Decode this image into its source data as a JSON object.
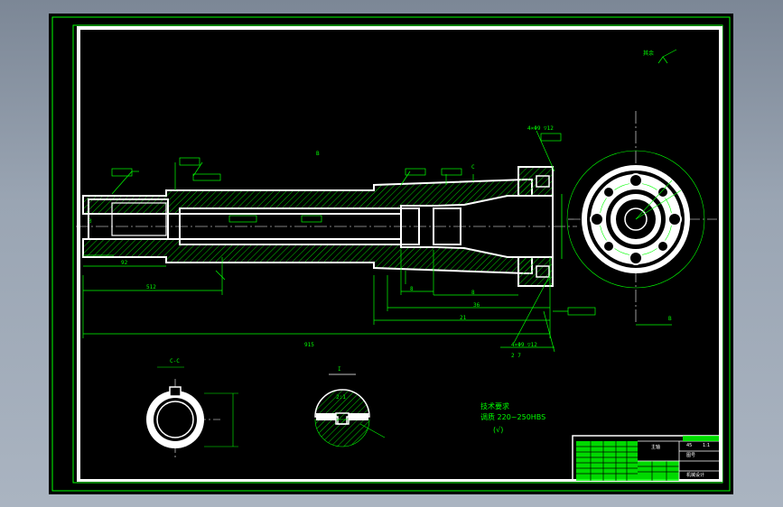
{
  "drawing": {
    "colors": {
      "background": "#000000",
      "outline": "#ffffff",
      "dimension": "#00ff00",
      "hatch": "#00cc00",
      "centerline": "#ffffff"
    },
    "main_view": {
      "section_marker": "B",
      "dims": {
        "overall_length": "915",
        "segment_a": "8",
        "segment_b": "8",
        "segment_c": "36",
        "segment_d": "21",
        "left_a": "92",
        "left_b": "512",
        "left_c": "3"
      },
      "datum_label": "C",
      "callout_top": "4×Φ9 ▽12",
      "callout_bottom": "4×Φ9 ▽12",
      "bottom_ref": "2 7"
    },
    "side_view": {
      "roughness_note": "其余",
      "section_marker": "B"
    },
    "section_cc": {
      "label": "C-C"
    },
    "detail_view": {
      "label": "I",
      "sub_label": "2:1"
    },
    "technical_requirements": {
      "heading": "技术要求",
      "line1": "调质 220~250HBS",
      "line2": "(√)"
    },
    "title_block": {
      "part_name": "主轴",
      "material": "45",
      "scale": "1:1",
      "drawing_no": "机械设计",
      "sheet": "图号"
    }
  }
}
